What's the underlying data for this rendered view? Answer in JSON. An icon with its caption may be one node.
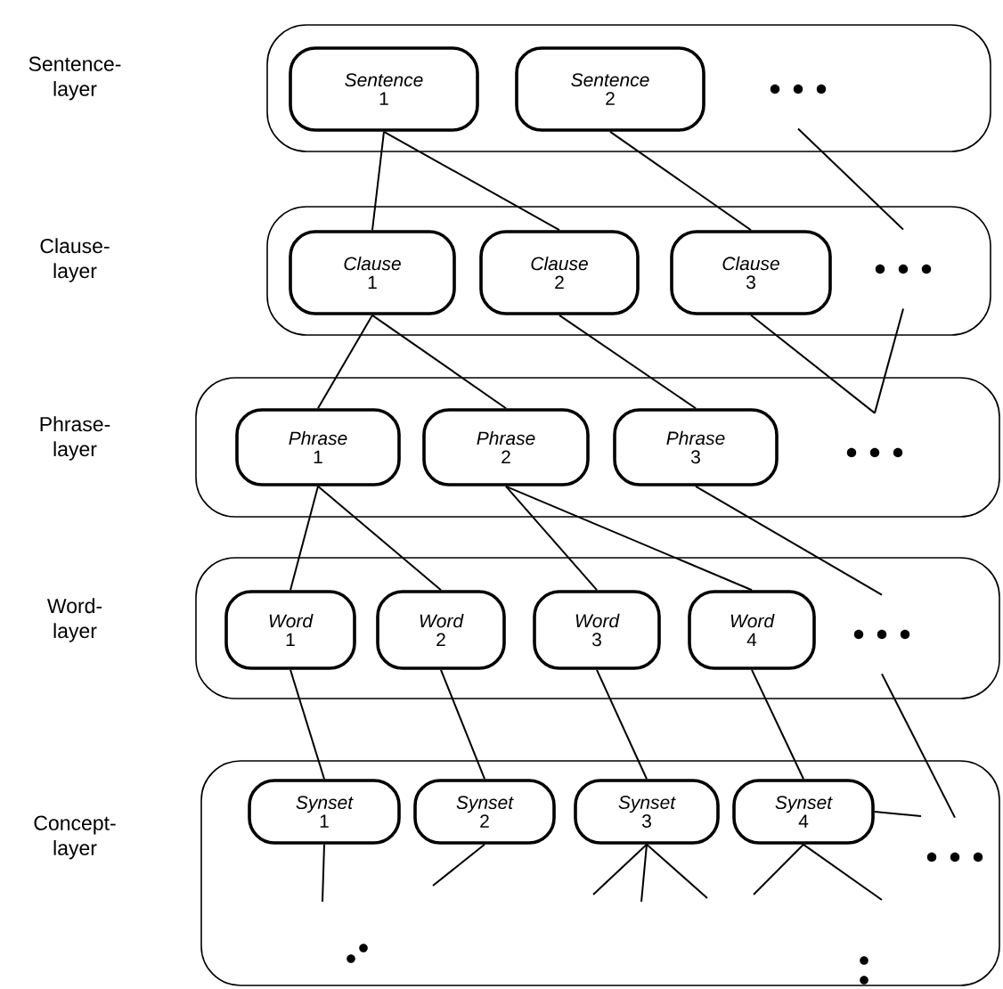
{
  "diagram": {
    "nodes": [
      {
        "text": [],
        "shape": "box"
      },
      {
        "text": [
          "*Sentence* 1"
        ],
        "in": 0
      },
      {
        "text": [
          "*Sentence* 2"
        ],
        "in": 0
      },
      {
        "text": [],
        "shape": "dots",
        "in": 0
      },
      {
        "text": [],
        "shape": "box"
      },
      {
        "text": [
          "*Clause* 1"
        ],
        "in": 4
      },
      {
        "text": [
          "*Clause* 2"
        ],
        "in": 4
      },
      {
        "text": [
          "*Clause* 3"
        ],
        "in": 4
      },
      {
        "text": [],
        "shape": "dots",
        "in": 4
      },
      {
        "text": [],
        "shape": "box"
      },
      {
        "text": [
          "*Phrase* 1"
        ],
        "in": 9
      },
      {
        "text": [
          "*Phrase* 2"
        ],
        "in": 9
      },
      {
        "text": [
          "*Phrase* 3"
        ],
        "in": 9
      },
      {
        "text": [],
        "shape": "dots",
        "in": 9
      },
      {
        "text": [],
        "shape": "box"
      },
      {
        "text": [
          "*Word* 1"
        ],
        "in": 14
      },
      {
        "text": [
          "*Word* 2"
        ],
        "in": 14
      },
      {
        "text": [
          "*Word* 3"
        ],
        "in": 14
      },
      {
        "text": [
          "*Word* 4"
        ],
        "in": 14
      },
      {
        "text": [],
        "shape": "dots",
        "in": 14
      },
      {
        "text": [],
        "shape": "box"
      },
      {
        "text": [
          "*Synset* 1"
        ],
        "in": 20
      },
      {
        "text": [
          "*Synset* 2"
        ],
        "in": 20
      },
      {
        "text": [
          "*Synset* 3"
        ],
        "in": 20
      },
      {
        "text": [
          "*Synset* 4"
        ],
        "in": 20
      },
      {
        "text": [],
        "shape": "dots",
        "in": 20
      }
    ],
    "edges": [
      {
        "from": 1,
        "to": 5,
        "arrow": "none"
      },
      {
        "from": 1,
        "to": 6,
        "arrow": "none"
      },
      {
        "from": 2,
        "to": 7,
        "arrow": "none"
      },
      {
        "from": 3,
        "to": 8,
        "arrow": "none"
      },
      {
        "from": 5,
        "to": 10,
        "arrow": "none"
      },
      {
        "from": 5,
        "to": 11,
        "arrow": "none"
      },
      {
        "from": 6,
        "to": 12,
        "arrow": "none"
      },
      {
        "from": 7,
        "to": 13,
        "arrow": "none"
      },
      {
        "from": 8,
        "to": 13,
        "arrow": "none"
      },
      {
        "from": 10,
        "to": 15,
        "arrow": "none"
      },
      {
        "from": 10,
        "to": 16,
        "arrow": "none"
      },
      {
        "from": 11,
        "to": 17,
        "arrow": "none"
      },
      {
        "from": 11,
        "to": 18,
        "arrow": "none"
      },
      {
        "from": 12,
        "to": 19,
        "arrow": "none"
      },
      {
        "from": 15,
        "to": 21,
        "arrow": "none"
      },
      {
        "from": 16,
        "to": 22,
        "arrow": "none"
      },
      {
        "from": 17,
        "to": 23,
        "arrow": "none"
      },
      {
        "from": 18,
        "to": 24,
        "arrow": "none"
      },
      {
        "from": 19,
        "to": 25,
        "arrow": "none"
      },
      {
        "from": 21,
        "to": null,
        "arrow": "none"
      },
      {
        "from": 22,
        "to": null,
        "arrow": "none"
      },
      {
        "from": 23,
        "to": null,
        "arrow": "none"
      },
      {
        "from": 23,
        "to": null,
        "arrow": "none"
      },
      {
        "from": 23,
        "to": null,
        "arrow": "none"
      },
      {
        "from": 24,
        "to": null,
        "arrow": "none"
      },
      {
        "from": 24,
        "to": null,
        "arrow": "none"
      },
      {
        "from": 24,
        "to": null,
        "arrow": "none"
      }
    ],
    "labels": [
      "Sentence- layer",
      "Clause- layer",
      "Phrase- layer",
      "Word- layer",
      "Concept- layer"
    ]
  }
}
